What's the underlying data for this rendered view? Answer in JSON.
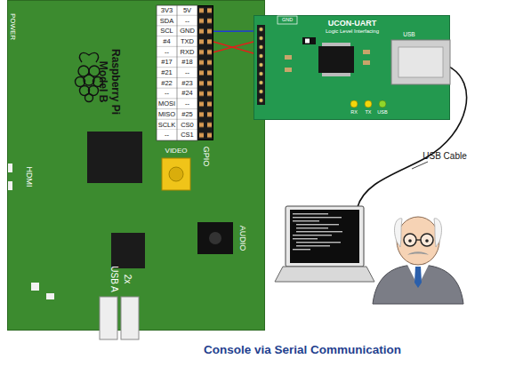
{
  "diagram": {
    "caption": "Console via Serial Communication",
    "nodes": [
      {
        "text": [
          "Raspberry Pi Model B"
        ]
      },
      {
        "text": [
          "GPIO"
        ],
        "in": 0
      },
      {
        "text": [
          "UCON-UART",
          "Logic Level Interfacing"
        ]
      }
    ],
    "edges": [
      {
        "from": 1,
        "to": 2,
        "arrow": "none"
      },
      {
        "from": 1,
        "to": 2,
        "arrow": "none"
      },
      {
        "from": 1,
        "to": 2,
        "arrow": "none"
      }
    ],
    "labels": [
      "3V3",
      "5V",
      "SDA",
      "--",
      "SCL",
      "GND",
      "#4",
      "TXD",
      "--",
      "RXD",
      "#17",
      "#18",
      "#21",
      "--",
      "#22",
      "#23",
      "--",
      "#24",
      "MOSI",
      "--",
      "MISO",
      "#25",
      "SCLK",
      "CS0",
      "--",
      "CS1",
      "POWER",
      "HDMI",
      "VIDEO",
      "AUDIO",
      "2x",
      "USB A",
      "GND",
      "USB",
      "RX",
      "TX",
      "USB",
      "USB Cable"
    ]
  }
}
